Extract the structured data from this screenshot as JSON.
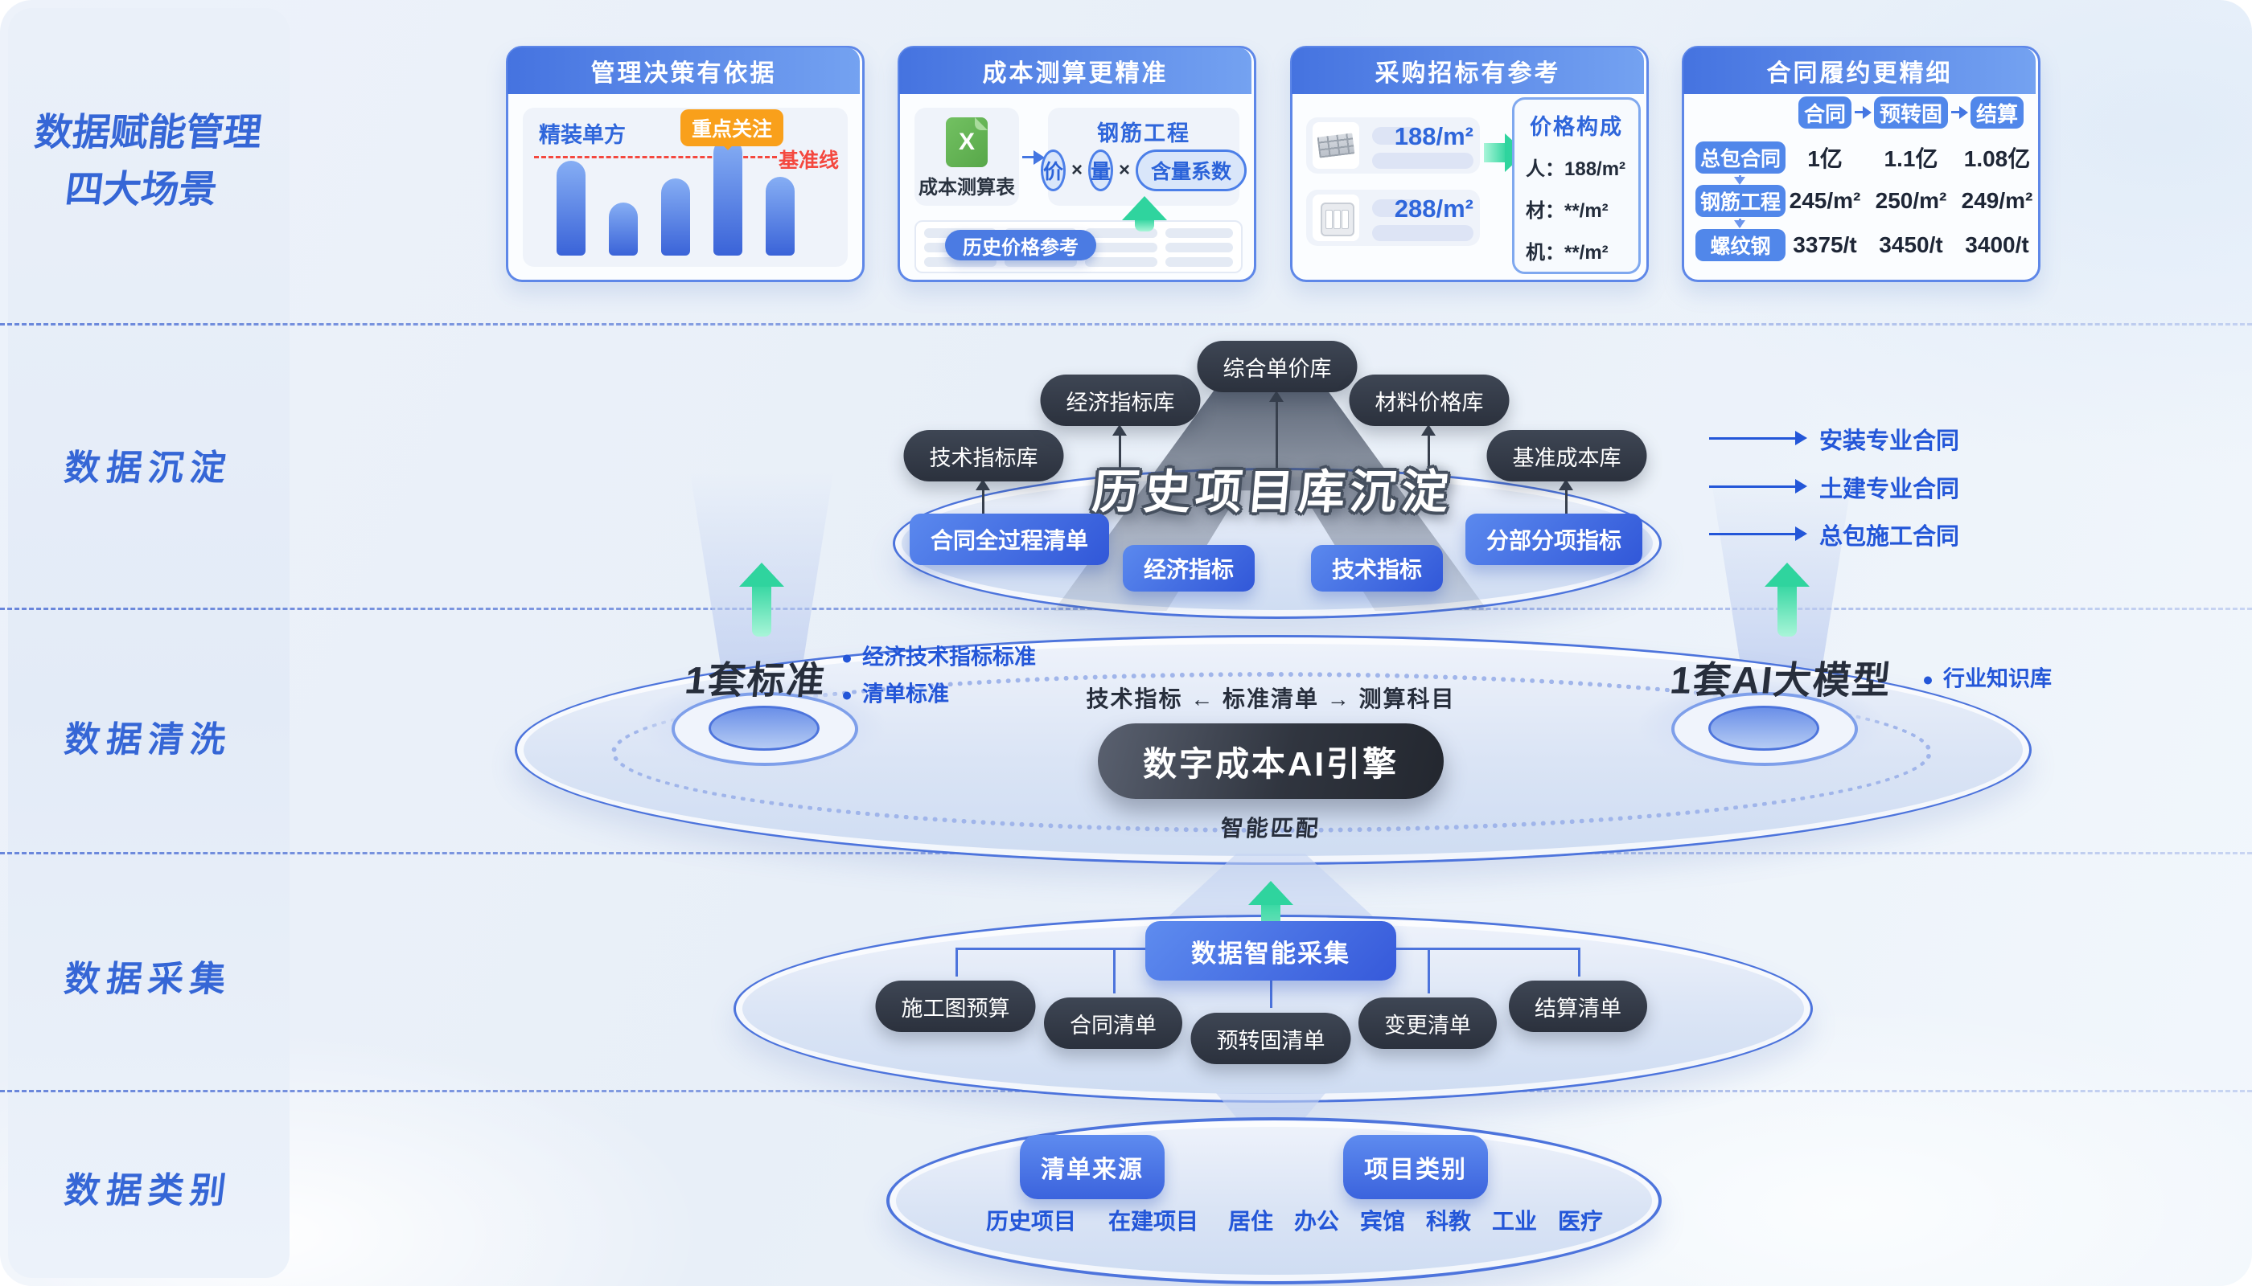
{
  "sidebar": {
    "title_line1": "数据赋能管理",
    "title_line2": "四大场景",
    "sections": [
      "数据沉淀",
      "数据清洗",
      "数据采集",
      "数据类别"
    ]
  },
  "cards": {
    "c1": {
      "title": "管理决策有依据",
      "chart": {
        "label": "精装单方",
        "badge": "重点关注",
        "baseline_label": "基准线",
        "bar_heights": [
          "118px",
          "66px",
          "96px",
          "146px",
          "98px"
        ],
        "values_rel": [
          60,
          34,
          49,
          75,
          50
        ],
        "baseline_rel": 70,
        "type": "bar"
      }
    },
    "c2": {
      "title": "成本测算更精准",
      "excel_letter": "X",
      "excel_label": "成本测算表",
      "target": "钢筋工程",
      "f1": "价",
      "times": "×",
      "f2": "量",
      "f3": "含量系数",
      "history_pill": "历史价格参考"
    },
    "c3": {
      "title": "采购招标有参考",
      "price1": "188/m²",
      "price2": "288/m²",
      "box_title": "价格构成",
      "row1": "人：188/m²",
      "row2": "材：**/m²",
      "row3": "机：**/m²"
    },
    "c4": {
      "title": "合同履约更精细",
      "cols": [
        "合同",
        "预转固",
        "结算"
      ],
      "rows": [
        {
          "label": "总包合同",
          "v": [
            "1亿",
            "1.1亿",
            "1.08亿"
          ]
        },
        {
          "label": "钢筋工程",
          "v": [
            "245/m²",
            "250/m²",
            "249/m²"
          ]
        },
        {
          "label": "螺纹钢",
          "v": [
            "3375/t",
            "3450/t",
            "3400/t"
          ]
        }
      ]
    }
  },
  "sediment": {
    "dbs": [
      "技术指标库",
      "经济指标库",
      "综合单价库",
      "材料价格库",
      "基准成本库"
    ],
    "big_title": "历史项目库沉淀",
    "pills": [
      "合同全过程清单",
      "经济指标",
      "技术指标",
      "分部分项指标"
    ],
    "links": [
      "安装专业合同",
      "土建专业合同",
      "总包施工合同"
    ]
  },
  "cleaning": {
    "left_title": "1套标准",
    "left_bullets": [
      "经济技术指标标准",
      "清单标准"
    ],
    "flow_line": "技术指标 ← 标准清单 → 测算科目",
    "engine": "数字成本AI引擎",
    "match": "智能匹配",
    "right_title": "1套AI大模型",
    "right_bullets": [
      "行业知识库"
    ]
  },
  "collection": {
    "hub": "数据智能采集",
    "pills": [
      "施工图预算",
      "合同清单",
      "预转固清单",
      "变更清单",
      "结算清单"
    ]
  },
  "category": {
    "groups": [
      {
        "pill": "清单来源",
        "items": [
          "历史项目",
          "在建项目"
        ]
      },
      {
        "pill": "项目类别",
        "items": [
          "居住",
          "办公",
          "宾馆",
          "科教",
          "工业",
          "医疗"
        ]
      }
    ]
  }
}
